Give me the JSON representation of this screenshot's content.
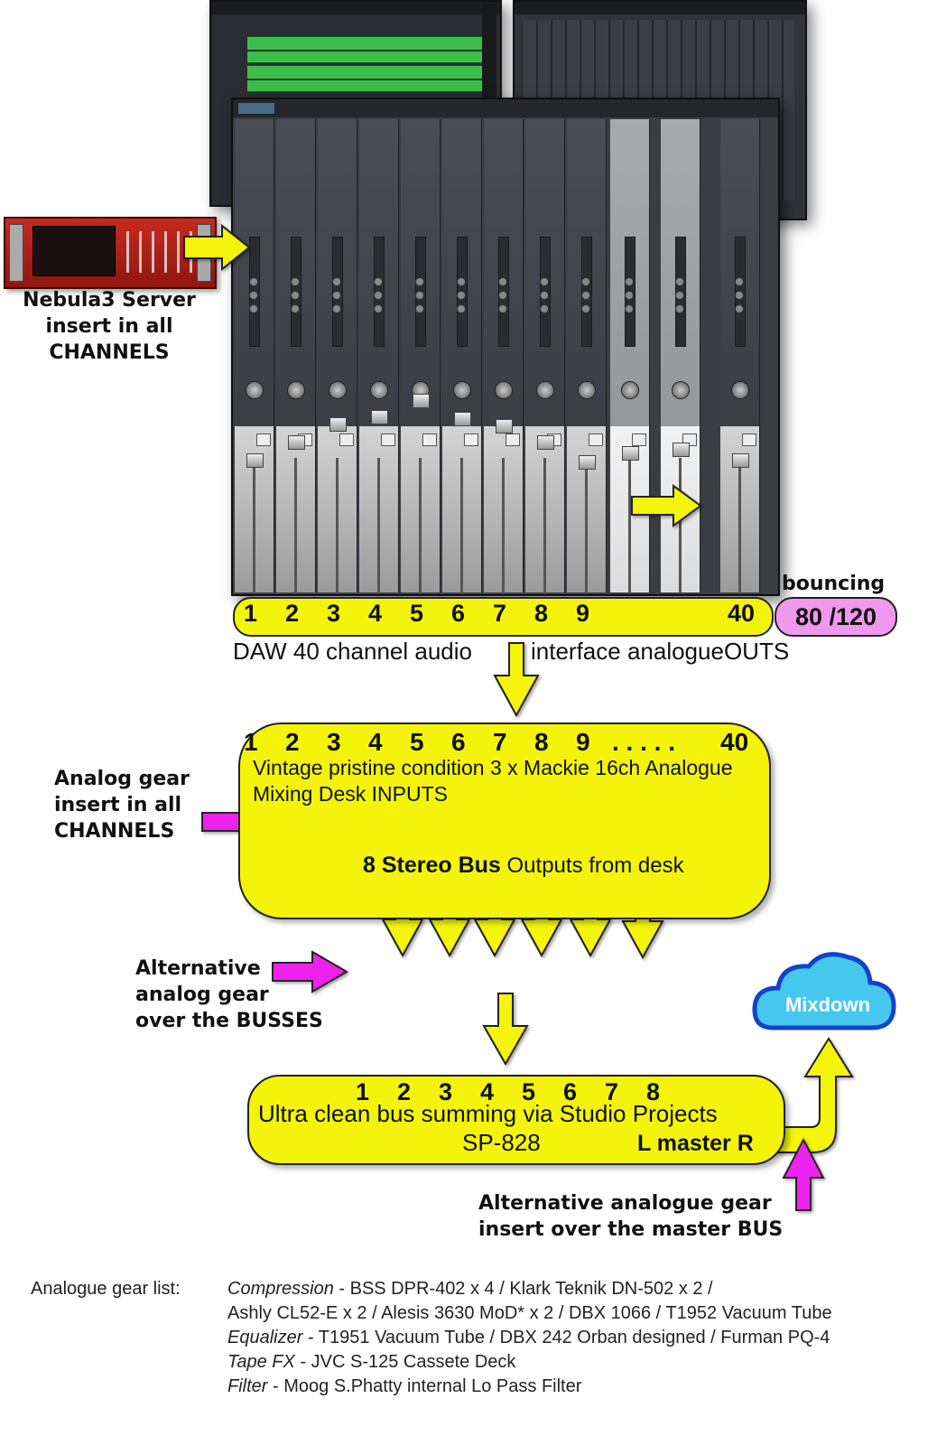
{
  "nebula": {
    "label_lines": [
      "Nebula3 Server",
      "insert in all",
      "CHANNELS"
    ]
  },
  "daw_bar": {
    "channels": [
      "1",
      "2",
      "3",
      "4",
      "5",
      "6",
      "7",
      "8",
      "9",
      "40"
    ],
    "bouncing_label": "bouncing",
    "bouncing_value": "80 /120",
    "caption_left": "DAW 40 channel audio",
    "caption_right": "interface analogueOUTS"
  },
  "desk": {
    "channels": [
      "1",
      "2",
      "3",
      "4",
      "5",
      "6",
      "7",
      "8",
      "9",
      ". . . . .",
      "40"
    ],
    "line1": "Vintage pristine condition 3 x Mackie 16ch Analogue",
    "line2": "Mixing Desk INPUTS",
    "bus_bold": "8 Stereo Bus",
    "bus_rest": "Outputs from desk"
  },
  "analog_gear_label": [
    "Analog gear",
    "insert in all",
    "CHANNELS"
  ],
  "alt_bus_label": [
    "Alternative",
    "analog gear",
    "over the BUSSES"
  ],
  "summing": {
    "channels": [
      "1",
      "2",
      "3",
      "4",
      "5",
      "6",
      "7",
      "8"
    ],
    "line1": "Ultra clean bus summing via Studio Projects",
    "line2": "SP-828",
    "master": "L master R"
  },
  "mixdown": {
    "label": "Mixdown"
  },
  "alt_master_label": [
    "Alternative analogue gear",
    "insert over the master BUS"
  ],
  "gear_list": {
    "title": "Analogue gear list:",
    "lines": [
      {
        "cat": "Compression",
        "text": " - BSS DPR-402 x 4 / Klark Teknik DN-502 x 2 /"
      },
      {
        "cat": "",
        "text": "Ashly CL52-E x 2  /  Alesis 3630 MoD* x 2 / DBX 1066 / T1952 Vacuum Tube"
      },
      {
        "cat": "Equalizer",
        "text": " - T1951 Vacuum Tube / DBX 242 Orban designed / Furman PQ-4"
      },
      {
        "cat": "Tape FX",
        "text": " - JVC S-125 Cassete Deck"
      },
      {
        "cat": "Filter",
        "text": " - Moog S.Phatty internal Lo Pass Filter"
      }
    ]
  },
  "colors": {
    "yellow": "#f4f40a",
    "magenta": "#ee22ee",
    "pink_pill": "#ee99ee",
    "cloud_fill": "#46c8ee",
    "cloud_stroke": "#1144cc"
  }
}
